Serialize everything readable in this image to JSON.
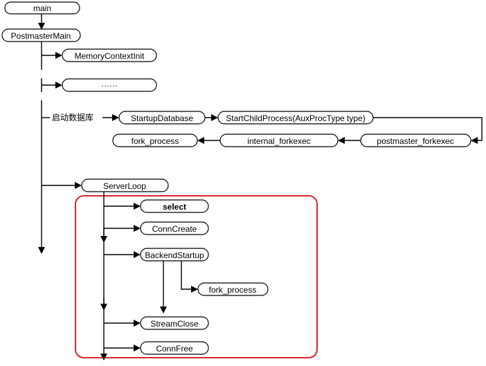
{
  "nodes": {
    "main": "main",
    "postmaster_main": "PostmasterMain",
    "memory_context_init": "MemoryContextInit",
    "ellipsis": "……",
    "startup_database": "StartupDatabase",
    "start_child_process": "StartChildProcess(AuxProcType type)",
    "postmaster_forkexec": "postmaster_forkexec",
    "internal_forkexec": "internal_forkexec",
    "fork_process_1": "fork_process",
    "server_loop": "ServerLoop",
    "select": "select",
    "conn_create": "ConnCreate",
    "backend_startup": "BackendStartup",
    "fork_process_2": "fork_process",
    "stream_close": "StreamClose",
    "conn_free": "ConnFree"
  },
  "edge_labels": {
    "startup_db_label": "启动数据库"
  },
  "colors": {
    "highlight_box": "#d9262b",
    "stroke": "#000000"
  }
}
